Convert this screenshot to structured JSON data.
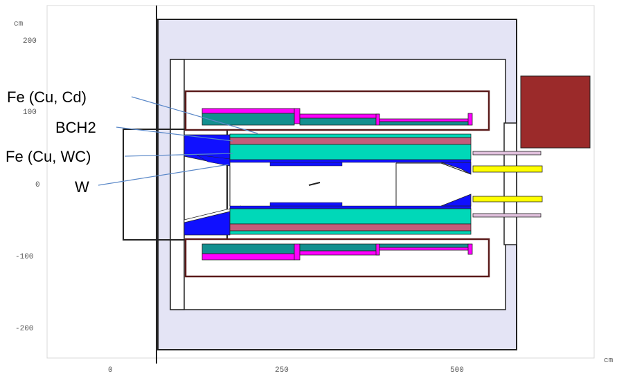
{
  "axes": {
    "y_unit": "cm",
    "x_unit": "cm",
    "y_ticks": [
      "200",
      "100",
      "0",
      "-100",
      "-200"
    ],
    "x_ticks": [
      "0",
      "250",
      "500"
    ]
  },
  "labels": [
    "Fe (Cu, Cd)",
    "BCH2",
    "Fe (Cu, WC)",
    "W"
  ],
  "colors": {
    "frame": "#222222",
    "outer_shield": "#e4e4f5",
    "inner_frame": "#9090c0",
    "magenta": "#ff00ff",
    "teal": "#138f8f",
    "cyan_fe": "#00d8b8",
    "pink_bch2": "#c45c7a",
    "blue_w": "#1010ff",
    "yellow": "#ffff00",
    "lavender_rod": "#e0c0dc",
    "red_block": "#9b2a2a",
    "arrow": "#5a88c8"
  }
}
